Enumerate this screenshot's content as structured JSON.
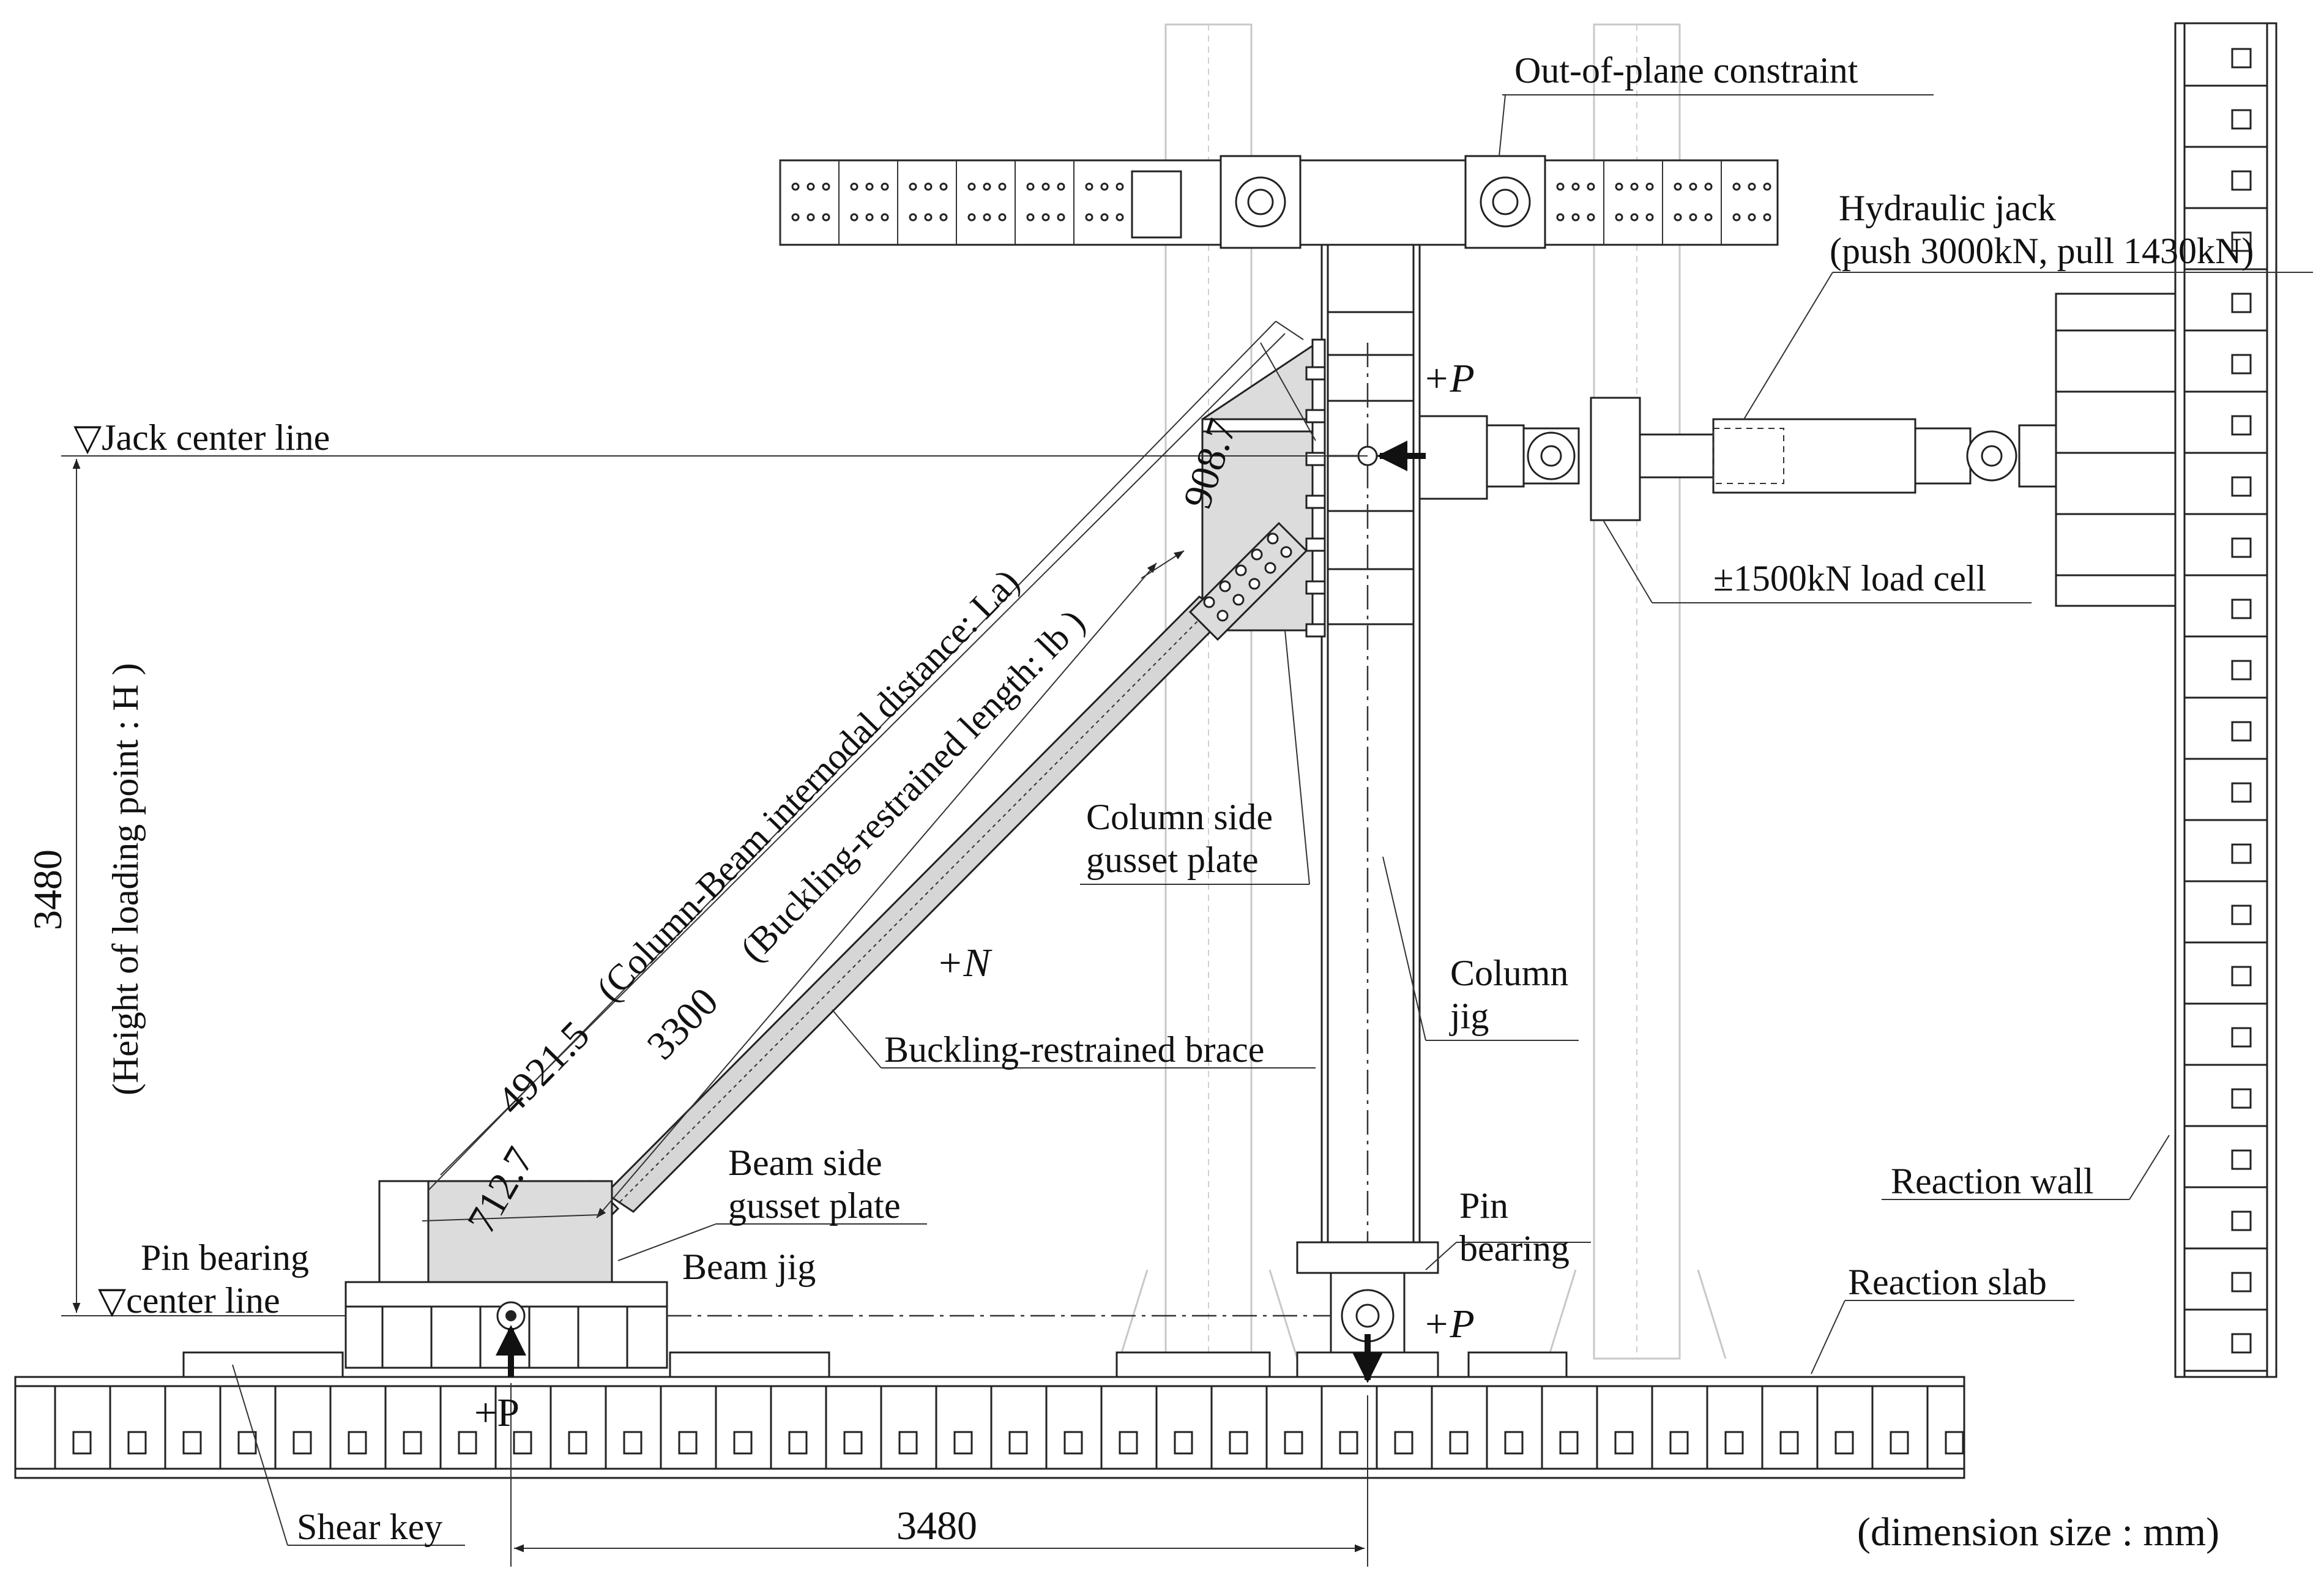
{
  "labels": {
    "out_of_plane": "Out-of-plane constraint",
    "hydraulic_jack_1": "Hydraulic jack",
    "hydraulic_jack_2": "(push 3000kN, pull 1430kN)",
    "load_cell": "±1500kN load cell",
    "jack_center": "▽Jack center line",
    "pin_bearing_center_1": "Pin bearing",
    "pin_bearing_center_2": "▽center line",
    "column_side_gusset_1": "Column side",
    "column_side_gusset_2": "gusset plate",
    "column_jig_1": "Column",
    "column_jig_2": "jig",
    "brb": "Buckling-restrained brace",
    "beam_side_gusset_1": "Beam side",
    "beam_side_gusset_2": "gusset plate",
    "beam_jig": "Beam jig",
    "pin_bearing_1": "Pin",
    "pin_bearing_2": "bearing",
    "reaction_wall": "Reaction wall",
    "reaction_slab": "Reaction slab",
    "shear_key": "Shear key",
    "unit_note": "(dimension size : mm)"
  },
  "forces": {
    "p_top": "+P",
    "p_right": "+P",
    "p_bottom": "+P",
    "n": "+N"
  },
  "dimensions": {
    "height_value": "3480",
    "height_label": "(Height of loading point : H )",
    "horizontal_value": "3480",
    "la_value": "4921.5",
    "la_label": "(Column-Beam internodal distance: La)",
    "lb_value": "3300",
    "lb_label": "(Buckling-restrained length: lb )",
    "top_gap": "908.7",
    "bottom_gap": "712.7"
  },
  "colors": {
    "line": "#222222",
    "gusset_fill": "#dcdcdc",
    "ghost": "#c8c8c8"
  }
}
